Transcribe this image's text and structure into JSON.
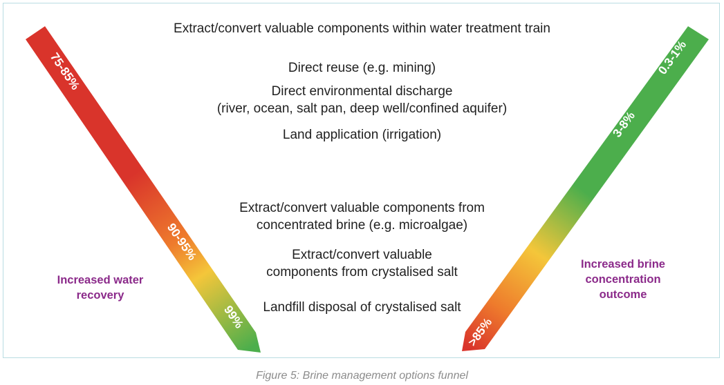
{
  "options": [
    "Extract/convert valuable components within water treatment train",
    "Direct reuse (e.g. mining)",
    "Direct environmental discharge",
    "(river, ocean, salt pan, deep well/confined aquifer)",
    "Land application (irrigation)",
    "Extract/convert valuable components from",
    "concentrated brine (e.g. microalgae)",
    "Extract/convert valuable",
    "components from crystalised salt",
    "Landfill disposal of crystalised salt"
  ],
  "left_arrow": {
    "title_line1": "Increased water",
    "title_line2": "recovery",
    "labels": [
      "75-85%",
      "90-95%",
      "99%"
    ]
  },
  "right_arrow": {
    "title_line1": "Increased brine",
    "title_line2": "concentration",
    "title_line3": "outcome",
    "labels": [
      "0.3-1%",
      "3-8%",
      ">85%"
    ]
  },
  "colors": {
    "red": "#d9342b",
    "orange": "#ee7b2c",
    "yellow": "#f4c63a",
    "green": "#4cae4c",
    "label_purple": "#8b2a8a",
    "frame": "#b9dde2"
  },
  "caption": "Figure 5: Brine management options funnel"
}
